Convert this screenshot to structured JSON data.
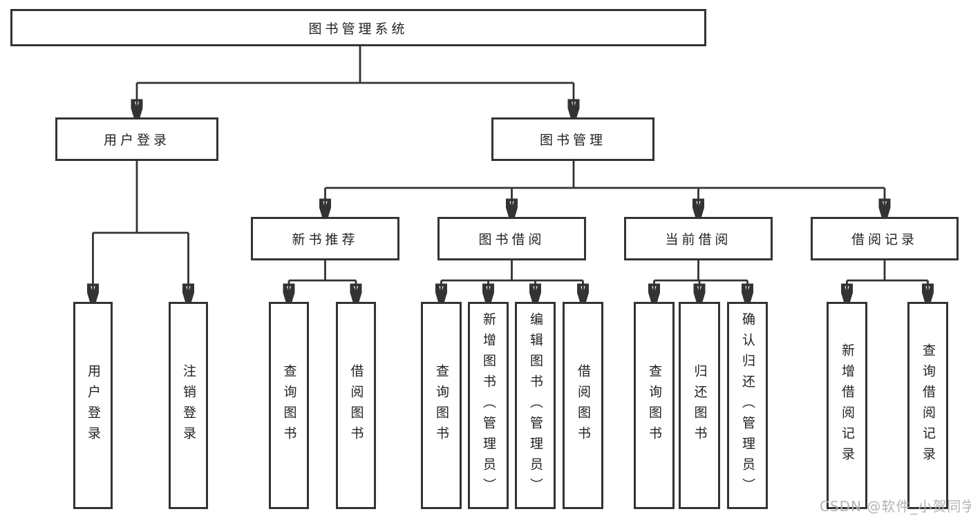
{
  "tree": {
    "label": "图书管理系统",
    "children": [
      {
        "label": "用户登录",
        "children": [
          {
            "label": "用户登录"
          },
          {
            "label": "注销登录"
          }
        ]
      },
      {
        "label": "图书管理",
        "children": [
          {
            "label": "新书推荐",
            "children": [
              {
                "label": "查询图书"
              },
              {
                "label": "借阅图书"
              }
            ]
          },
          {
            "label": "图书借阅",
            "children": [
              {
                "label": "查询图书"
              },
              {
                "label": "新增图书（管理员）"
              },
              {
                "label": "编辑图书（管理员）"
              },
              {
                "label": "借阅图书"
              }
            ]
          },
          {
            "label": "当前借阅",
            "children": [
              {
                "label": "查询图书"
              },
              {
                "label": "归还图书"
              },
              {
                "label": "确认归还（管理员）"
              }
            ]
          },
          {
            "label": "借阅记录",
            "children": [
              {
                "label": "新增借阅记录"
              },
              {
                "label": "查询借阅记录"
              }
            ]
          }
        ]
      }
    ]
  },
  "watermark": "CSDN @软件_小贺同学",
  "colors": {
    "line": "#333333",
    "box_border": "#333333",
    "text": "#222222",
    "background": "#ffffff",
    "watermark": "#b3b3b3"
  }
}
